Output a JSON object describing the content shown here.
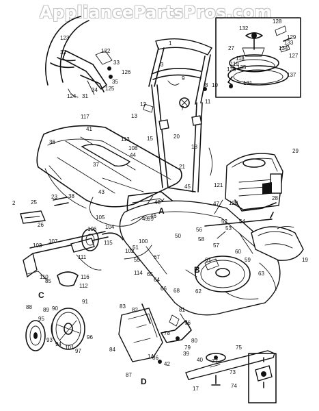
{
  "watermark": "AppliancePartsPros.com",
  "callouts": [
    "1",
    "2",
    "3",
    "7",
    "8",
    "9",
    "10",
    "11",
    "12",
    "13",
    "14",
    "15",
    "17",
    "18",
    "19",
    "20",
    "21",
    "23",
    "25",
    "26",
    "27",
    "28",
    "29",
    "31",
    "32",
    "33",
    "34",
    "35",
    "36",
    "37",
    "38",
    "39",
    "40",
    "41",
    "42",
    "43",
    "44",
    "45",
    "46",
    "47",
    "48",
    "49",
    "50",
    "51",
    "52",
    "53",
    "54",
    "55",
    "56",
    "57",
    "58",
    "59",
    "60",
    "61",
    "62",
    "63",
    "64",
    "65",
    "66",
    "67",
    "68",
    "73",
    "74",
    "75",
    "76",
    "77",
    "78",
    "79",
    "80",
    "81",
    "82",
    "83",
    "84",
    "85",
    "86",
    "87",
    "88",
    "89",
    "90",
    "91",
    "93",
    "94",
    "95",
    "96",
    "97",
    "99",
    "100",
    "101",
    "102",
    "103",
    "104",
    "105",
    "106",
    "107",
    "108",
    "110",
    "111",
    "112",
    "113",
    "114",
    "115",
    "116",
    "117",
    "118",
    "119",
    "120",
    "121",
    "122",
    "123",
    "124",
    "125",
    "126",
    "127",
    "128",
    "129",
    "131",
    "132",
    "133",
    "134",
    "135",
    "136",
    "137"
  ],
  "view_markers": {
    "a": "A",
    "b": "B",
    "c": "C",
    "d": "D"
  }
}
